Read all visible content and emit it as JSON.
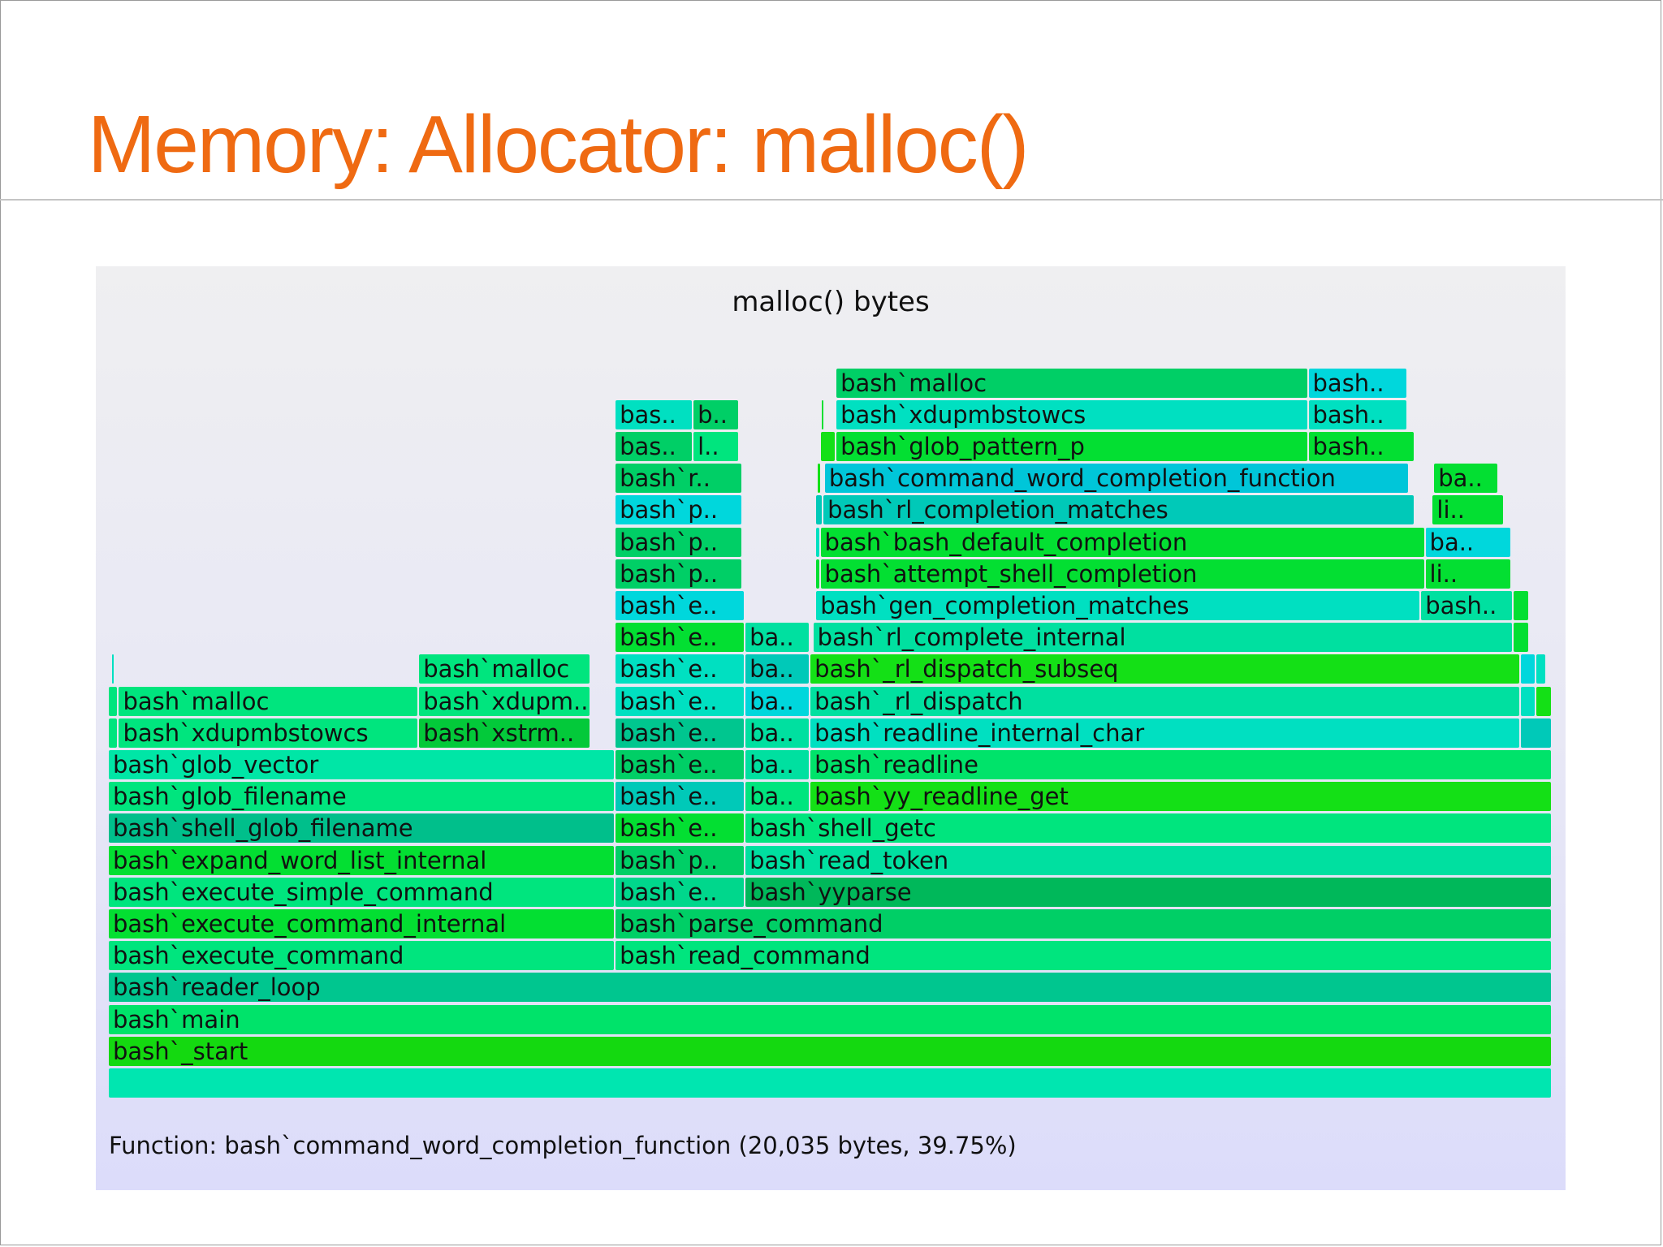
{
  "slide": {
    "title": "Memory: Allocator: malloc()"
  },
  "flamegraph": {
    "title": "malloc() bytes",
    "status": "Function: bash`command_word_completion_function (20,035 bytes, 39.75%)",
    "colors": {
      "title": "#ef6a12",
      "palette": [
        "#00d9a6",
        "#00e57e",
        "#00cf66",
        "#03df32",
        "#00e0c1",
        "#00bf8b",
        "#00d7dc",
        "#00c9b8",
        "#14e016"
      ]
    },
    "frames": [
      {
        "label": "",
        "color": "#00e6b0",
        "row": 0,
        "start": 0.0,
        "width": 1.0
      },
      {
        "label": "bash`_start",
        "color": "#14d910",
        "row": 1,
        "start": 0.0,
        "width": 1.0
      },
      {
        "label": "bash`main",
        "color": "#00e36a",
        "row": 2,
        "start": 0.0,
        "width": 1.0
      },
      {
        "label": "bash`reader_loop",
        "color": "#00c68f",
        "row": 3,
        "start": 0.0,
        "width": 1.0
      },
      {
        "label": "bash`execute_command",
        "color": "#00e57e",
        "row": 4,
        "start": 0.0,
        "width": 0.351
      },
      {
        "label": "bash`read_command",
        "color": "#00e57e",
        "row": 4,
        "start": 0.351,
        "width": 0.649
      },
      {
        "label": "bash`execute_command_internal",
        "color": "#03df32",
        "row": 5,
        "start": 0.0,
        "width": 0.351
      },
      {
        "label": "bash`parse_command",
        "color": "#00cf66",
        "row": 5,
        "start": 0.351,
        "width": 0.649
      },
      {
        "label": "bash`execute_simple_command",
        "color": "#00e57e",
        "row": 6,
        "start": 0.0,
        "width": 0.351
      },
      {
        "label": "bash`e..",
        "color": "#00d78c",
        "row": 6,
        "start": 0.351,
        "width": 0.09
      },
      {
        "label": "bash`yyparse",
        "color": "#00b85a",
        "row": 6,
        "start": 0.441,
        "width": 0.559
      },
      {
        "label": "bash`expand_word_list_internal",
        "color": "#03df32",
        "row": 7,
        "start": 0.0,
        "width": 0.351
      },
      {
        "label": "bash`p..",
        "color": "#00cf66",
        "row": 7,
        "start": 0.351,
        "width": 0.09
      },
      {
        "label": "bash`read_token",
        "color": "#00e0a0",
        "row": 7,
        "start": 0.441,
        "width": 0.559
      },
      {
        "label": "bash`shell_glob_filename",
        "color": "#00bf8b",
        "row": 8,
        "start": 0.0,
        "width": 0.351
      },
      {
        "label": "bash`e..",
        "color": "#03df32",
        "row": 8,
        "start": 0.351,
        "width": 0.09
      },
      {
        "label": "bash`shell_getc",
        "color": "#00e57e",
        "row": 8,
        "start": 0.441,
        "width": 0.559
      },
      {
        "label": "bash`glob_filename",
        "color": "#00e57e",
        "row": 9,
        "start": 0.0,
        "width": 0.351
      },
      {
        "label": "bash`e..",
        "color": "#00c9b8",
        "row": 9,
        "start": 0.351,
        "width": 0.09
      },
      {
        "label": "ba..",
        "color": "#00e57e",
        "row": 9,
        "start": 0.441,
        "width": 0.045
      },
      {
        "label": "bash`yy_readline_get",
        "color": "#14e016",
        "row": 9,
        "start": 0.486,
        "width": 0.514
      },
      {
        "label": "bash`glob_vector",
        "color": "#00e6a6",
        "row": 10,
        "start": 0.0,
        "width": 0.351
      },
      {
        "label": "bash`e..",
        "color": "#00cf66",
        "row": 10,
        "start": 0.351,
        "width": 0.09
      },
      {
        "label": "ba..",
        "color": "#00e0a0",
        "row": 10,
        "start": 0.441,
        "width": 0.045
      },
      {
        "label": "bash`readline",
        "color": "#00e36a",
        "row": 10,
        "start": 0.486,
        "width": 0.514
      },
      {
        "label": "",
        "color": "#00e57e",
        "row": 11,
        "start": 0.0,
        "width": 0.007
      },
      {
        "label": "bash`xdupmbstowcs",
        "color": "#00e57e",
        "row": 11,
        "start": 0.007,
        "width": 0.208
      },
      {
        "label": "bash`xstrm..",
        "color": "#03c93a",
        "row": 11,
        "start": 0.215,
        "width": 0.119
      },
      {
        "label": "bash`e..",
        "color": "#00c68f",
        "row": 11,
        "start": 0.351,
        "width": 0.09
      },
      {
        "label": "ba..",
        "color": "#00e0a0",
        "row": 11,
        "start": 0.441,
        "width": 0.045
      },
      {
        "label": "bash`readline_internal_char",
        "color": "#00e0c1",
        "row": 11,
        "start": 0.486,
        "width": 0.492
      },
      {
        "label": "",
        "color": "#00c9b8",
        "row": 11,
        "start": 0.978,
        "width": 0.022
      },
      {
        "label": "",
        "color": "#00e57e",
        "row": 12,
        "start": 0.0,
        "width": 0.007
      },
      {
        "label": "bash`malloc",
        "color": "#00e57e",
        "row": 12,
        "start": 0.007,
        "width": 0.208
      },
      {
        "label": "bash`xdupm..",
        "color": "#00e57e",
        "row": 12,
        "start": 0.215,
        "width": 0.119
      },
      {
        "label": "bash`e..",
        "color": "#00e0c1",
        "row": 12,
        "start": 0.351,
        "width": 0.09
      },
      {
        "label": "ba..",
        "color": "#00d7dc",
        "row": 12,
        "start": 0.441,
        "width": 0.045
      },
      {
        "label": "bash`_rl_dispatch",
        "color": "#00e0a0",
        "row": 12,
        "start": 0.486,
        "width": 0.492
      },
      {
        "label": "",
        "color": "#00e0c1",
        "row": 12,
        "start": 0.978,
        "width": 0.011
      },
      {
        "label": "",
        "color": "#14e016",
        "row": 12,
        "start": 0.989,
        "width": 0.011
      },
      {
        "label": "",
        "color": "#00e0c1",
        "row": 13,
        "start": 0.002,
        "width": 0.002
      },
      {
        "label": "bash`malloc",
        "color": "#00e57e",
        "row": 13,
        "start": 0.215,
        "width": 0.119
      },
      {
        "label": "bash`e..",
        "color": "#00e0c1",
        "row": 13,
        "start": 0.351,
        "width": 0.09
      },
      {
        "label": "ba..",
        "color": "#00c9b8",
        "row": 13,
        "start": 0.441,
        "width": 0.045
      },
      {
        "label": "bash`_rl_dispatch_subseq",
        "color": "#14e016",
        "row": 13,
        "start": 0.486,
        "width": 0.492
      },
      {
        "label": "",
        "color": "#00d7dc",
        "row": 13,
        "start": 0.978,
        "width": 0.011
      },
      {
        "label": "",
        "color": "#00e0c1",
        "row": 13,
        "start": 0.989,
        "width": 0.007
      },
      {
        "label": "bash`e..",
        "color": "#03df32",
        "row": 14,
        "start": 0.351,
        "width": 0.09
      },
      {
        "label": "ba..",
        "color": "#00e0a0",
        "row": 14,
        "start": 0.441,
        "width": 0.045
      },
      {
        "label": "bash`rl_complete_internal",
        "color": "#00e0a0",
        "row": 14,
        "start": 0.488,
        "width": 0.485
      },
      {
        "label": "",
        "color": "#03df32",
        "row": 14,
        "start": 0.973,
        "width": 0.011
      },
      {
        "label": "bash`e..",
        "color": "#00d7dc",
        "row": 15,
        "start": 0.351,
        "width": 0.09
      },
      {
        "label": "bash`gen_completion_matches",
        "color": "#00e0c1",
        "row": 15,
        "start": 0.49,
        "width": 0.419
      },
      {
        "label": "bash..",
        "color": "#00e0a0",
        "row": 15,
        "start": 0.909,
        "width": 0.064
      },
      {
        "label": "",
        "color": "#03df32",
        "row": 15,
        "start": 0.973,
        "width": 0.011
      },
      {
        "label": "bash`p..",
        "color": "#00cf66",
        "row": 16,
        "start": 0.351,
        "width": 0.088
      },
      {
        "label": "",
        "color": "#03df32",
        "row": 16,
        "start": 0.49,
        "width": 0.003
      },
      {
        "label": "bash`attempt_shell_completion",
        "color": "#03df32",
        "row": 16,
        "start": 0.493,
        "width": 0.419
      },
      {
        "label": "li..",
        "color": "#03df32",
        "row": 16,
        "start": 0.912,
        "width": 0.06
      },
      {
        "label": "bash`p..",
        "color": "#00cf66",
        "row": 17,
        "start": 0.351,
        "width": 0.088
      },
      {
        "label": "",
        "color": "#00e0c1",
        "row": 17,
        "start": 0.49,
        "width": 0.003
      },
      {
        "label": "bash`bash_default_completion",
        "color": "#03df32",
        "row": 17,
        "start": 0.493,
        "width": 0.419
      },
      {
        "label": "ba..",
        "color": "#00d7dc",
        "row": 17,
        "start": 0.912,
        "width": 0.06
      },
      {
        "label": "bash`p..",
        "color": "#00d7dc",
        "row": 18,
        "start": 0.351,
        "width": 0.088
      },
      {
        "label": "",
        "color": "#00c9b8",
        "row": 18,
        "start": 0.49,
        "width": 0.005
      },
      {
        "label": "bash`rl_completion_matches",
        "color": "#00c9b8",
        "row": 18,
        "start": 0.495,
        "width": 0.41
      },
      {
        "label": "li..",
        "color": "#03df32",
        "row": 18,
        "start": 0.917,
        "width": 0.05
      },
      {
        "label": "bash`r..",
        "color": "#00cf66",
        "row": 19,
        "start": 0.351,
        "width": 0.088
      },
      {
        "label": "",
        "color": "#14e016",
        "row": 19,
        "start": 0.491,
        "width": 0.003
      },
      {
        "label": "bash`command_word_completion_function",
        "color": "#00c6d9",
        "row": 19,
        "start": 0.496,
        "width": 0.405
      },
      {
        "label": "ba..",
        "color": "#03df32",
        "row": 19,
        "start": 0.918,
        "width": 0.045
      },
      {
        "label": "bas..",
        "color": "#00cf66",
        "row": 20,
        "start": 0.351,
        "width": 0.054
      },
      {
        "label": "l..",
        "color": "#00e57e",
        "row": 20,
        "start": 0.405,
        "width": 0.032
      },
      {
        "label": "",
        "color": "#14e016",
        "row": 20,
        "start": 0.493,
        "width": 0.011
      },
      {
        "label": "bash`glob_pattern_p",
        "color": "#03df32",
        "row": 20,
        "start": 0.504,
        "width": 0.327
      },
      {
        "label": "bash..",
        "color": "#03df32",
        "row": 20,
        "start": 0.831,
        "width": 0.074
      },
      {
        "label": "bas..",
        "color": "#00e0c1",
        "row": 21,
        "start": 0.351,
        "width": 0.054
      },
      {
        "label": "b..",
        "color": "#00cf66",
        "row": 21,
        "start": 0.405,
        "width": 0.032
      },
      {
        "label": "",
        "color": "#03df32",
        "row": 21,
        "start": 0.494,
        "width": 0.002
      },
      {
        "label": "bash`xdupmbstowcs",
        "color": "#00e0c1",
        "row": 21,
        "start": 0.504,
        "width": 0.327
      },
      {
        "label": "bash..",
        "color": "#00e0c1",
        "row": 21,
        "start": 0.831,
        "width": 0.069
      },
      {
        "label": "bash`malloc",
        "color": "#00cf66",
        "row": 22,
        "start": 0.504,
        "width": 0.327
      },
      {
        "label": "bash..",
        "color": "#00d7dc",
        "row": 22,
        "start": 0.831,
        "width": 0.069
      }
    ]
  }
}
